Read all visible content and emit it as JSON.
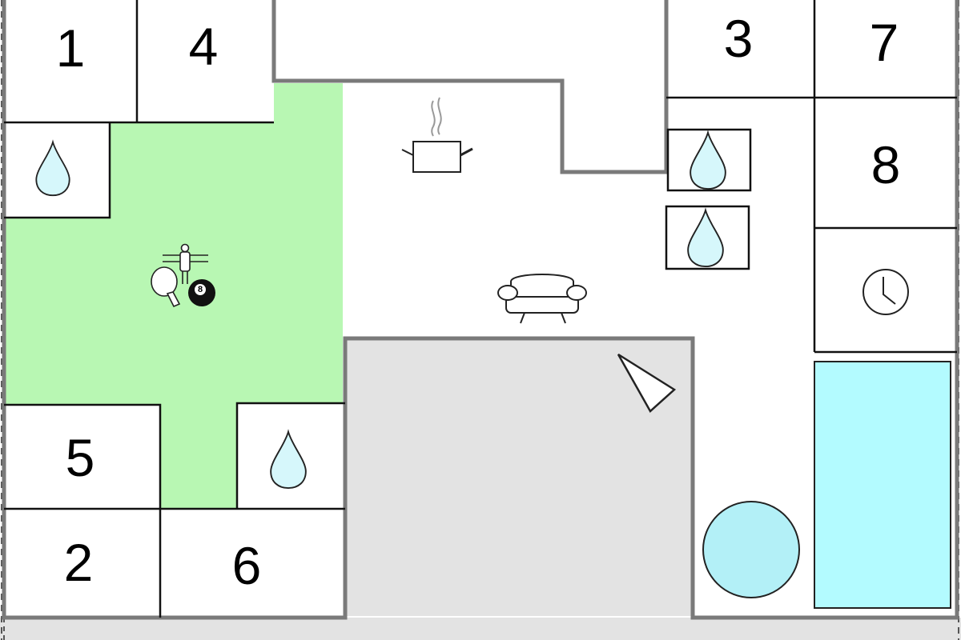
{
  "colors": {
    "background": "#ffffff",
    "wall": "#7a7a7a",
    "room_border": "#111111",
    "game_area": "#b8f7b3",
    "outdoor": "#e3e3e3",
    "pool": "#b3fbff",
    "whirlpool": "#b3f0f7",
    "water": "#d6f7fb",
    "icon_stroke": "#222222"
  },
  "rooms": [
    {
      "id": "bedroom-1",
      "label": "1"
    },
    {
      "id": "bedroom-2",
      "label": "2"
    },
    {
      "id": "bedroom-3",
      "label": "3"
    },
    {
      "id": "bedroom-4",
      "label": "4"
    },
    {
      "id": "bedroom-5",
      "label": "5"
    },
    {
      "id": "bedroom-6",
      "label": "6"
    },
    {
      "id": "bedroom-7",
      "label": "7"
    },
    {
      "id": "bedroom-8",
      "label": "8"
    }
  ],
  "icons": {
    "bathroom": "water-drop-icon",
    "kitchen": "cooking-pot-icon",
    "living": "sofa-icon",
    "sauna": "clock-icon",
    "games": [
      "table-football-icon",
      "table-tennis-icon",
      "billiard-ball-icon"
    ],
    "terrace": "terrace-triangle-icon",
    "pool": "pool-icon",
    "whirlpool": "whirlpool-icon"
  },
  "billiard_ball_label": "8"
}
